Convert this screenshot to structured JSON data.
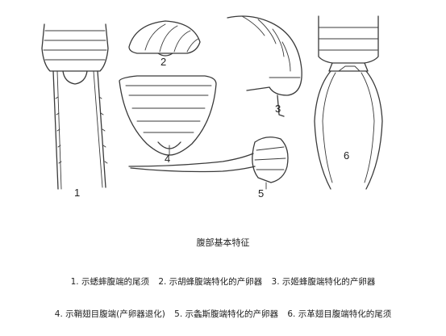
{
  "figure": {
    "labels": [
      "1",
      "2",
      "3",
      "4",
      "5",
      "6"
    ]
  },
  "caption": {
    "title": "腹部基本特征",
    "items": [
      "1. 示蟋蟀腹端的尾须",
      "2. 示胡蜂腹端特化的产卵器",
      "3. 示姬蜂腹端特化的产卵器",
      "4. 示鞘翅目腹端(产卵器退化)",
      "5. 示螽斯腹端特化的产卵器",
      "6. 示革翅目腹端特化的尾须"
    ]
  }
}
